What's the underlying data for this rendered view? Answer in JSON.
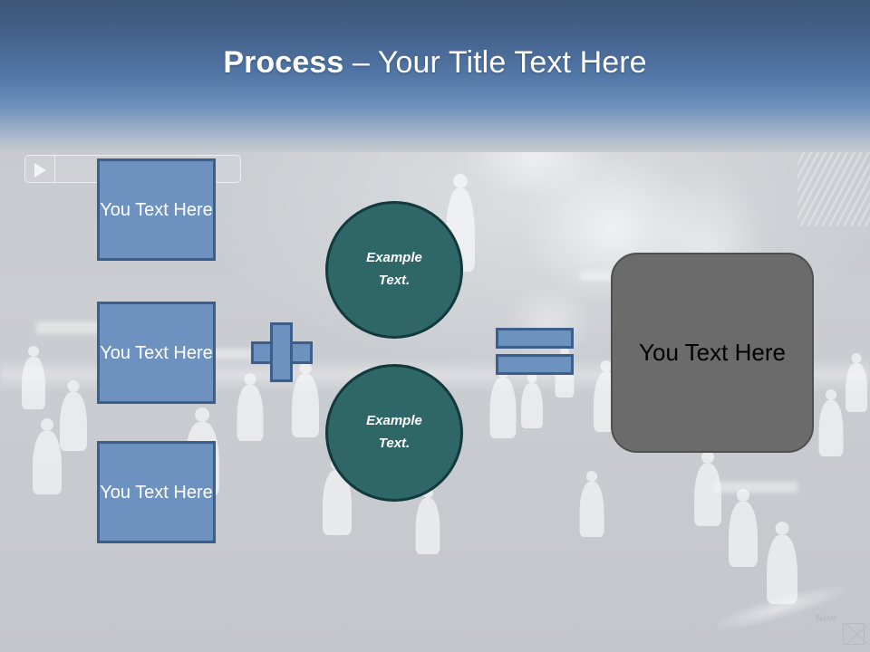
{
  "slide": {
    "title_strong": "Process",
    "title_rest": " – Your Title Text Here",
    "background_top_color": "#3d5678",
    "background_body_color": "#c8cbd0"
  },
  "player_bar": {
    "icon": "play-icon"
  },
  "inputs": {
    "accent_fill": "#6e92c0",
    "accent_border": "#3b5e8a",
    "boxes": [
      {
        "label": "You Text Here"
      },
      {
        "label": "You Text Here"
      },
      {
        "label": "You Text Here"
      }
    ]
  },
  "operators": {
    "plus": {
      "name": "plus-sign",
      "symbol": "+"
    },
    "equals": {
      "name": "equals-sign",
      "symbol": "="
    }
  },
  "circles": {
    "fill": "#2f6668",
    "border": "#12393c",
    "items": [
      {
        "line1": "Example",
        "line2": "Text."
      },
      {
        "line1": "Example",
        "line2": "Text."
      }
    ]
  },
  "result": {
    "label": "You Text Here",
    "fill": "#6b6b6b",
    "text_color": "#000000"
  },
  "corner_placeholder": {
    "label": "New"
  }
}
